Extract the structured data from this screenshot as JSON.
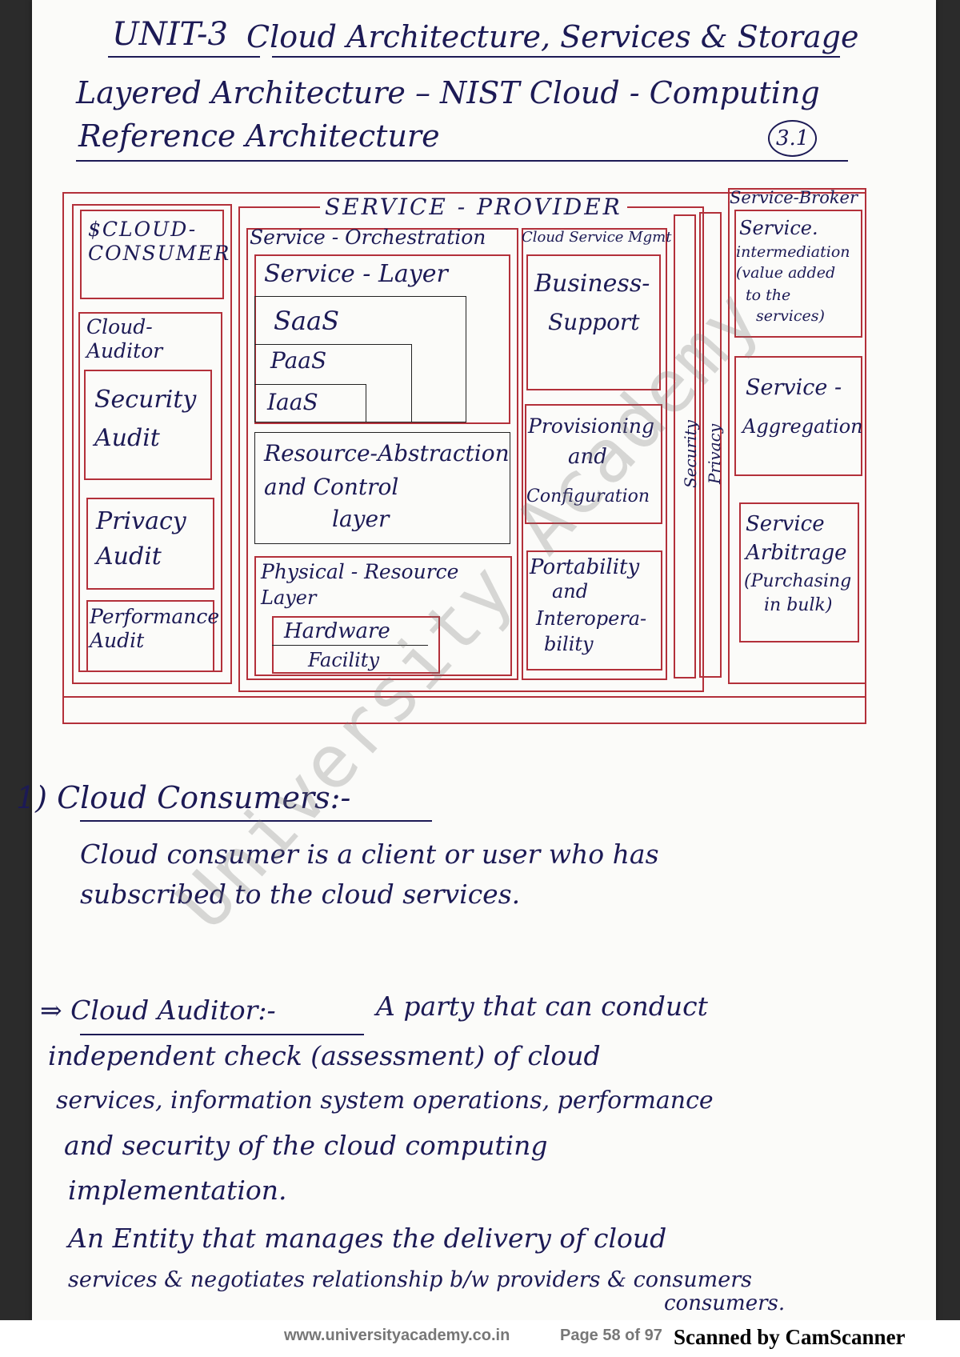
{
  "header": {
    "unit": "UNIT-3",
    "title": "Cloud Architecture, Services & Storage",
    "subtitle_line1": "Layered Architecture – NIST Cloud - Computing",
    "subtitle_line2": "Reference Architecture",
    "section_number": "3.1"
  },
  "diagram": {
    "consumer": "$CLOUD-CONSUMER",
    "auditor": "Cloud-Auditor",
    "security_audit": "Security Audit",
    "privacy_audit": "Privacy Audit",
    "performance_audit": "Performance Audit",
    "provider_title": "SERVICE - PROVIDER",
    "orchestration": "Service - Orchestration",
    "service_layer": "Service - Layer",
    "saas": "SaaS",
    "paas": "PaaS",
    "iaas": "IaaS",
    "resource_layer_1": "Resource-Abstraction",
    "resource_layer_2": "and Control",
    "resource_layer_3": "layer",
    "physical_layer_1": "Physical - Resource",
    "physical_layer_2": "Layer",
    "hardware": "Hardware",
    "facility": "Facility",
    "mgmt": "Cloud Service Mgmt",
    "business_support_1": "Business-",
    "business_support_2": "Support",
    "provisioning_1": "Provisioning",
    "provisioning_2": "and",
    "provisioning_3": "Configuration",
    "portability_1": "Portability",
    "portability_2": "and",
    "portability_3": "Interopera-",
    "portability_4": "bility",
    "security": "Security",
    "privacy": "Privacy",
    "broker_title": "Service-Broker",
    "intermediation_1": "Service.",
    "intermediation_2": "intermediation",
    "intermediation_3": "(value added",
    "intermediation_4": "to the",
    "intermediation_5": "services)",
    "aggregation_1": "Service -",
    "aggregation_2": "Aggregation",
    "arbitrage_1": "Service",
    "arbitrage_2": "Arbitrage",
    "arbitrage_3": "(Purchasing",
    "arbitrage_4": "in bulk)"
  },
  "sections": {
    "consumers_heading": "1) Cloud Consumers:-",
    "consumers_line1": "Cloud consumer is a client or user who has",
    "consumers_line2": "subscribed to the cloud services.",
    "auditor_heading": "⇒ Cloud Auditor:-",
    "auditor_line1_rest": "A party that can conduct",
    "auditor_line2": "independent check (assessment) of cloud",
    "auditor_line3": "services, information system operations, performance",
    "auditor_line4": "and security of the cloud computing",
    "auditor_line5": "implementation.",
    "broker_line1": "An Entity that manages the delivery of cloud",
    "broker_line2": "services & negotiates relationship b/w providers & consumers",
    "broker_line3": "consumers."
  },
  "watermark": "University Academy",
  "footer": {
    "site": "www.universityacademy.co.in",
    "page": "Page 58 of 97",
    "scanner": "Scanned by CamScanner"
  }
}
